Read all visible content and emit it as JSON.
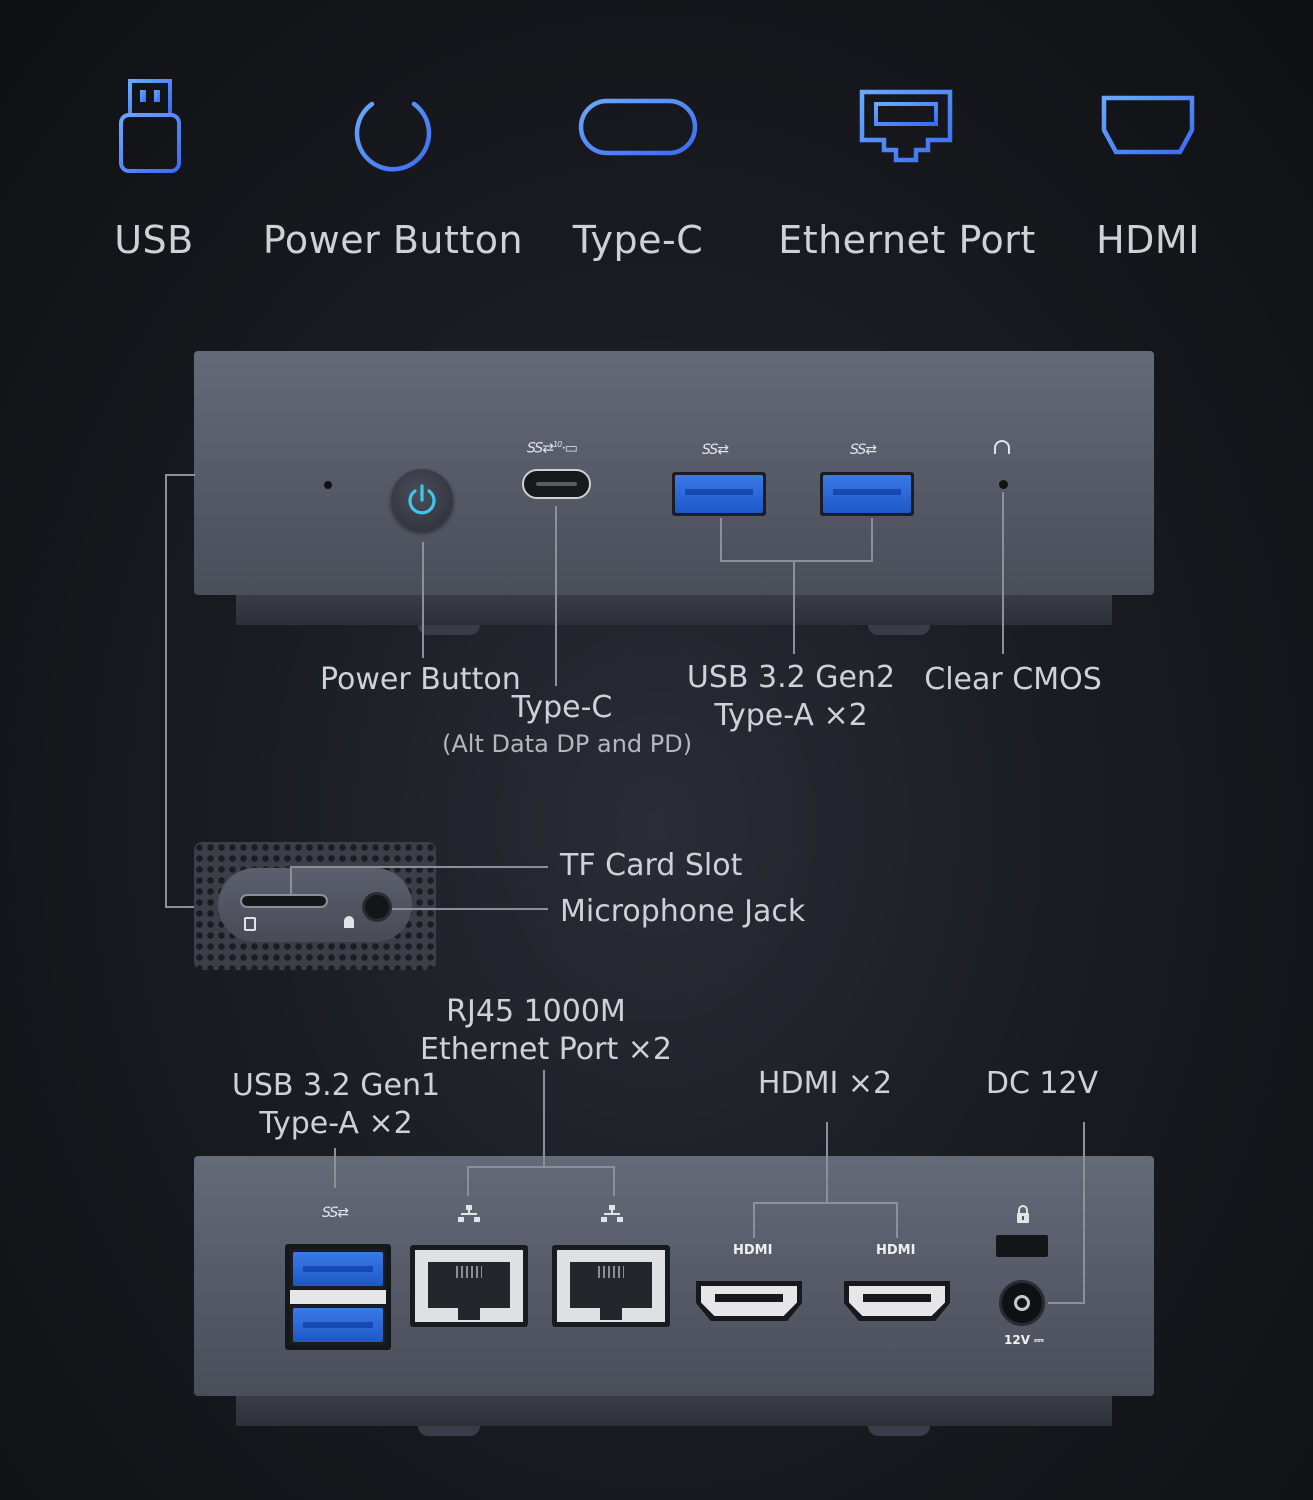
{
  "top_icons": [
    {
      "icon": "usb-icon",
      "label": "USB"
    },
    {
      "icon": "power-icon",
      "label": "Power Button"
    },
    {
      "icon": "type-c-icon",
      "label": "Type-C"
    },
    {
      "icon": "ethernet-icon",
      "label": "Ethernet Port"
    },
    {
      "icon": "hdmi-icon",
      "label": "HDMI"
    }
  ],
  "front": {
    "power_button": "Power Button",
    "type_c": "Type-C",
    "type_c_note": "(Alt Data DP and PD)",
    "usb_gen2_line1": "USB 3.2 Gen2",
    "usb_gen2_line2": "Type-A ×2",
    "clear_cmos": "Clear CMOS",
    "ss_label": "SS",
    "tc_speed": "10"
  },
  "side": {
    "tf_card": "TF Card Slot",
    "mic_jack": "Microphone Jack"
  },
  "back": {
    "usb_gen1_line1": "USB 3.2 Gen1",
    "usb_gen1_line2": "Type-A ×2",
    "rj45_line1": "RJ45 1000M",
    "rj45_line2": "Ethernet Port ×2",
    "hdmi": "HDMI ×2",
    "dc": "DC 12V",
    "hdmi_port_text": "HDMI",
    "dc_port_text": "12V ⎓",
    "ss_label": "SS"
  },
  "colors": {
    "accent_blue": "#3a86ff",
    "power_cyan": "#3fc7e8",
    "usb_blue": "#2a6be0"
  }
}
